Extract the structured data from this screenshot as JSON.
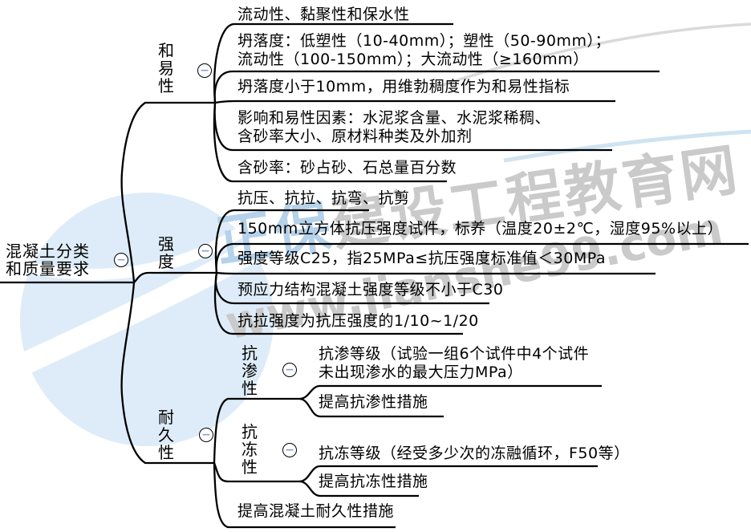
{
  "root": {
    "label": "混凝土分类\n和质量要求"
  },
  "branches": {
    "workability": {
      "label": "和易性",
      "items": [
        "流动性、黏聚性和保水性",
        "坍落度：低塑性（10-40mm）；塑性（50-90mm）；\n流动性（100-150mm）；大流动性（≥160mm）",
        "坍落度小于10mm，用维勃稠度作为和易性指标",
        "影响和易性因素：水泥浆含量、水泥浆稀稠、\n含砂率大小、原材料种类及外加剂",
        "含砂率：砂占砂、石总量百分数"
      ]
    },
    "strength": {
      "label": "强度",
      "items": [
        "抗压、抗拉、抗弯、抗剪",
        "150mm立方体抗压强度试件，标养（温度20±2℃，湿度95%以上）",
        "强度等级C25，指25MPa≤抗压强度标准值＜30MPa",
        "预应力结构混凝土强度等级不小于C30",
        "抗拉强度为抗压强度的1/10~1/20"
      ]
    },
    "durability": {
      "label": "耐久性",
      "impermeability": {
        "label": "抗渗性",
        "items": [
          "抗渗等级（试验一组6个试件中4个试件\n未出现渗水的最大压力MPa）",
          "提高抗渗性措施"
        ]
      },
      "frost": {
        "label": "抗冻性",
        "items": [
          "抗冻等级（经受多少次的冻融循环，F50等）",
          "提高抗冻性措施"
        ]
      },
      "measures": "提高混凝土耐久性措施"
    }
  },
  "icons": {
    "collapse_minus": "−"
  },
  "watermark": {
    "brand_blue": "正保",
    "brand_gray": "建设工程教育网",
    "url": "www.jianshe99.com"
  },
  "colors": {
    "line": "#000000",
    "text": "#000000",
    "collapse_minus": "#8f9fce",
    "watermark_gray": "#cacaca",
    "watermark_blue": "#b5d2ea",
    "logo_circle": "#ddecf8"
  }
}
